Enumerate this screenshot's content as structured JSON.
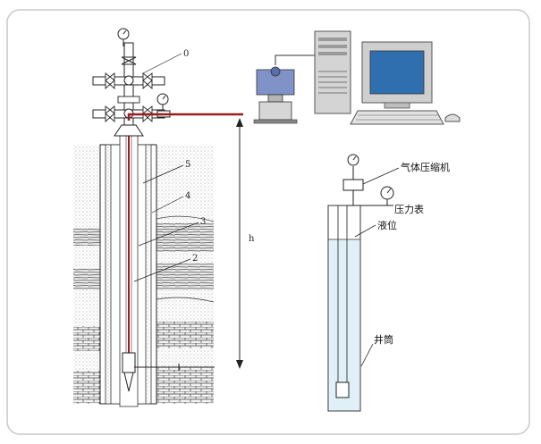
{
  "labels": {
    "n0": "0",
    "n5": "5",
    "n4": "4",
    "n3": "3",
    "n2": "2",
    "h": "h",
    "compressor": "气体压缩机",
    "gauge": "压力表",
    "liquid_level": "液位",
    "wellbore": "井筒"
  },
  "colors": {
    "pipe_red": "#9b1c1c",
    "water": "#dff1f7",
    "screen": "#2f6fb0",
    "transmitter": "#7f93c9"
  }
}
